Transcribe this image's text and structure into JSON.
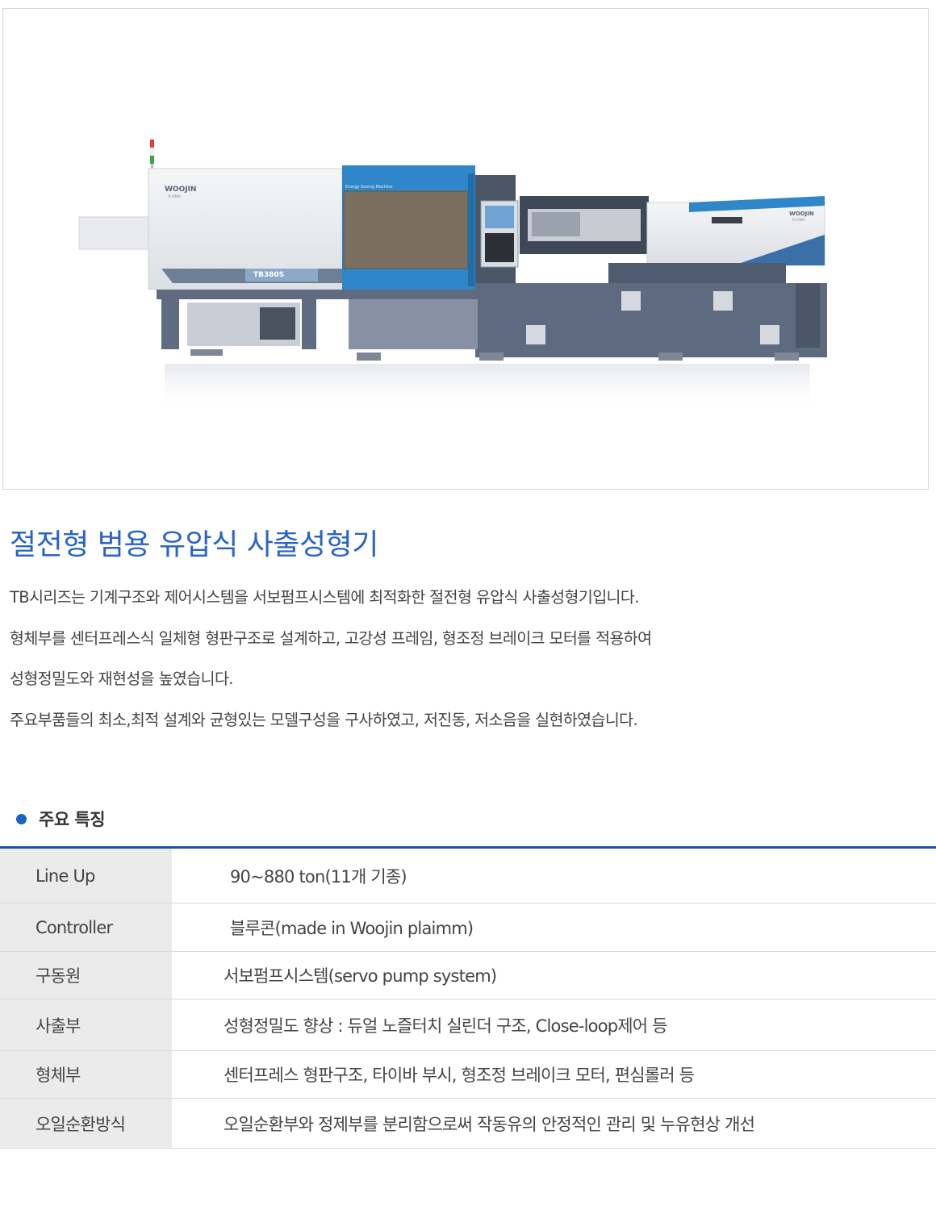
{
  "product_image": {
    "brand": "WOOJIN",
    "brand_sub": "PLAIMM",
    "model_label": "TB380S",
    "panel_label": "Energy Saving Machine"
  },
  "title": "절전형 범용 유압식 사출성형기",
  "description": [
    "TB시리즈는 기계구조와 제어시스템을 서보펌프시스템에 최적화한 절전형 유압식 사출성형기입니다.",
    "형체부를 센터프레스식 일체형 형판구조로 설계하고, 고강성 프레임, 형조정 브레이크 모터를 적용하여",
    "성형정밀도와 재현성을 높였습니다.",
    "주요부품들의 최소,최적 설계와 균형있는 모델구성을 구사하였고, 저진동, 저소음을 실현하였습니다."
  ],
  "features": {
    "heading": "주요 특징",
    "rows": [
      {
        "key": "Line Up",
        "value": "90~880 ton(11개 기종)"
      },
      {
        "key": "Controller",
        "value": "블루콘(made in Woojin plaimm)"
      },
      {
        "key": "구동원",
        "value": "서보펌프시스템(servo pump system)"
      },
      {
        "key": "사출부",
        "value": "성형정밀도 향상 : 듀얼 노즐터치 실린더 구조, Close-loop제어 등"
      },
      {
        "key": "형체부",
        "value": "센터프레스 형판구조, 타이바 부시, 형조정 브레이크 모터, 편심롤러 등"
      },
      {
        "key": "오일순환방식",
        "value": "오일순환부와 정제부를 분리함으로써 작동유의 안정적인 관리 및 누유현상 개선"
      }
    ]
  },
  "colors": {
    "title_blue": "#2a64c7",
    "accent_blue": "#1c63c0",
    "table_rule": "#1a55a8",
    "key_bg": "#ebebeb"
  }
}
